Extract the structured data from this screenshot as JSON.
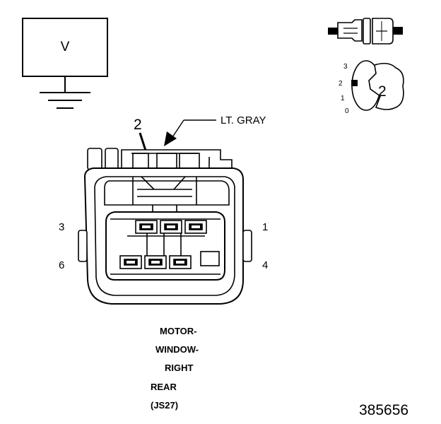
{
  "meter": {
    "label": "V"
  },
  "callout": {
    "cavity_number": "2",
    "wire_color": "LT. GRAY"
  },
  "probe_detail": {
    "scale_marks": [
      "3",
      "2",
      "1",
      "0"
    ],
    "terminal_label": "2"
  },
  "pin_labels": {
    "top_left": "3",
    "top_right": "1",
    "bottom_left": "6",
    "bottom_right": "4"
  },
  "connector_name": {
    "line1": "MOTOR-",
    "line2": "WINDOW-",
    "line3": "RIGHT",
    "line4": "REAR",
    "line5": "(JS27)"
  },
  "figure_number": "385656"
}
